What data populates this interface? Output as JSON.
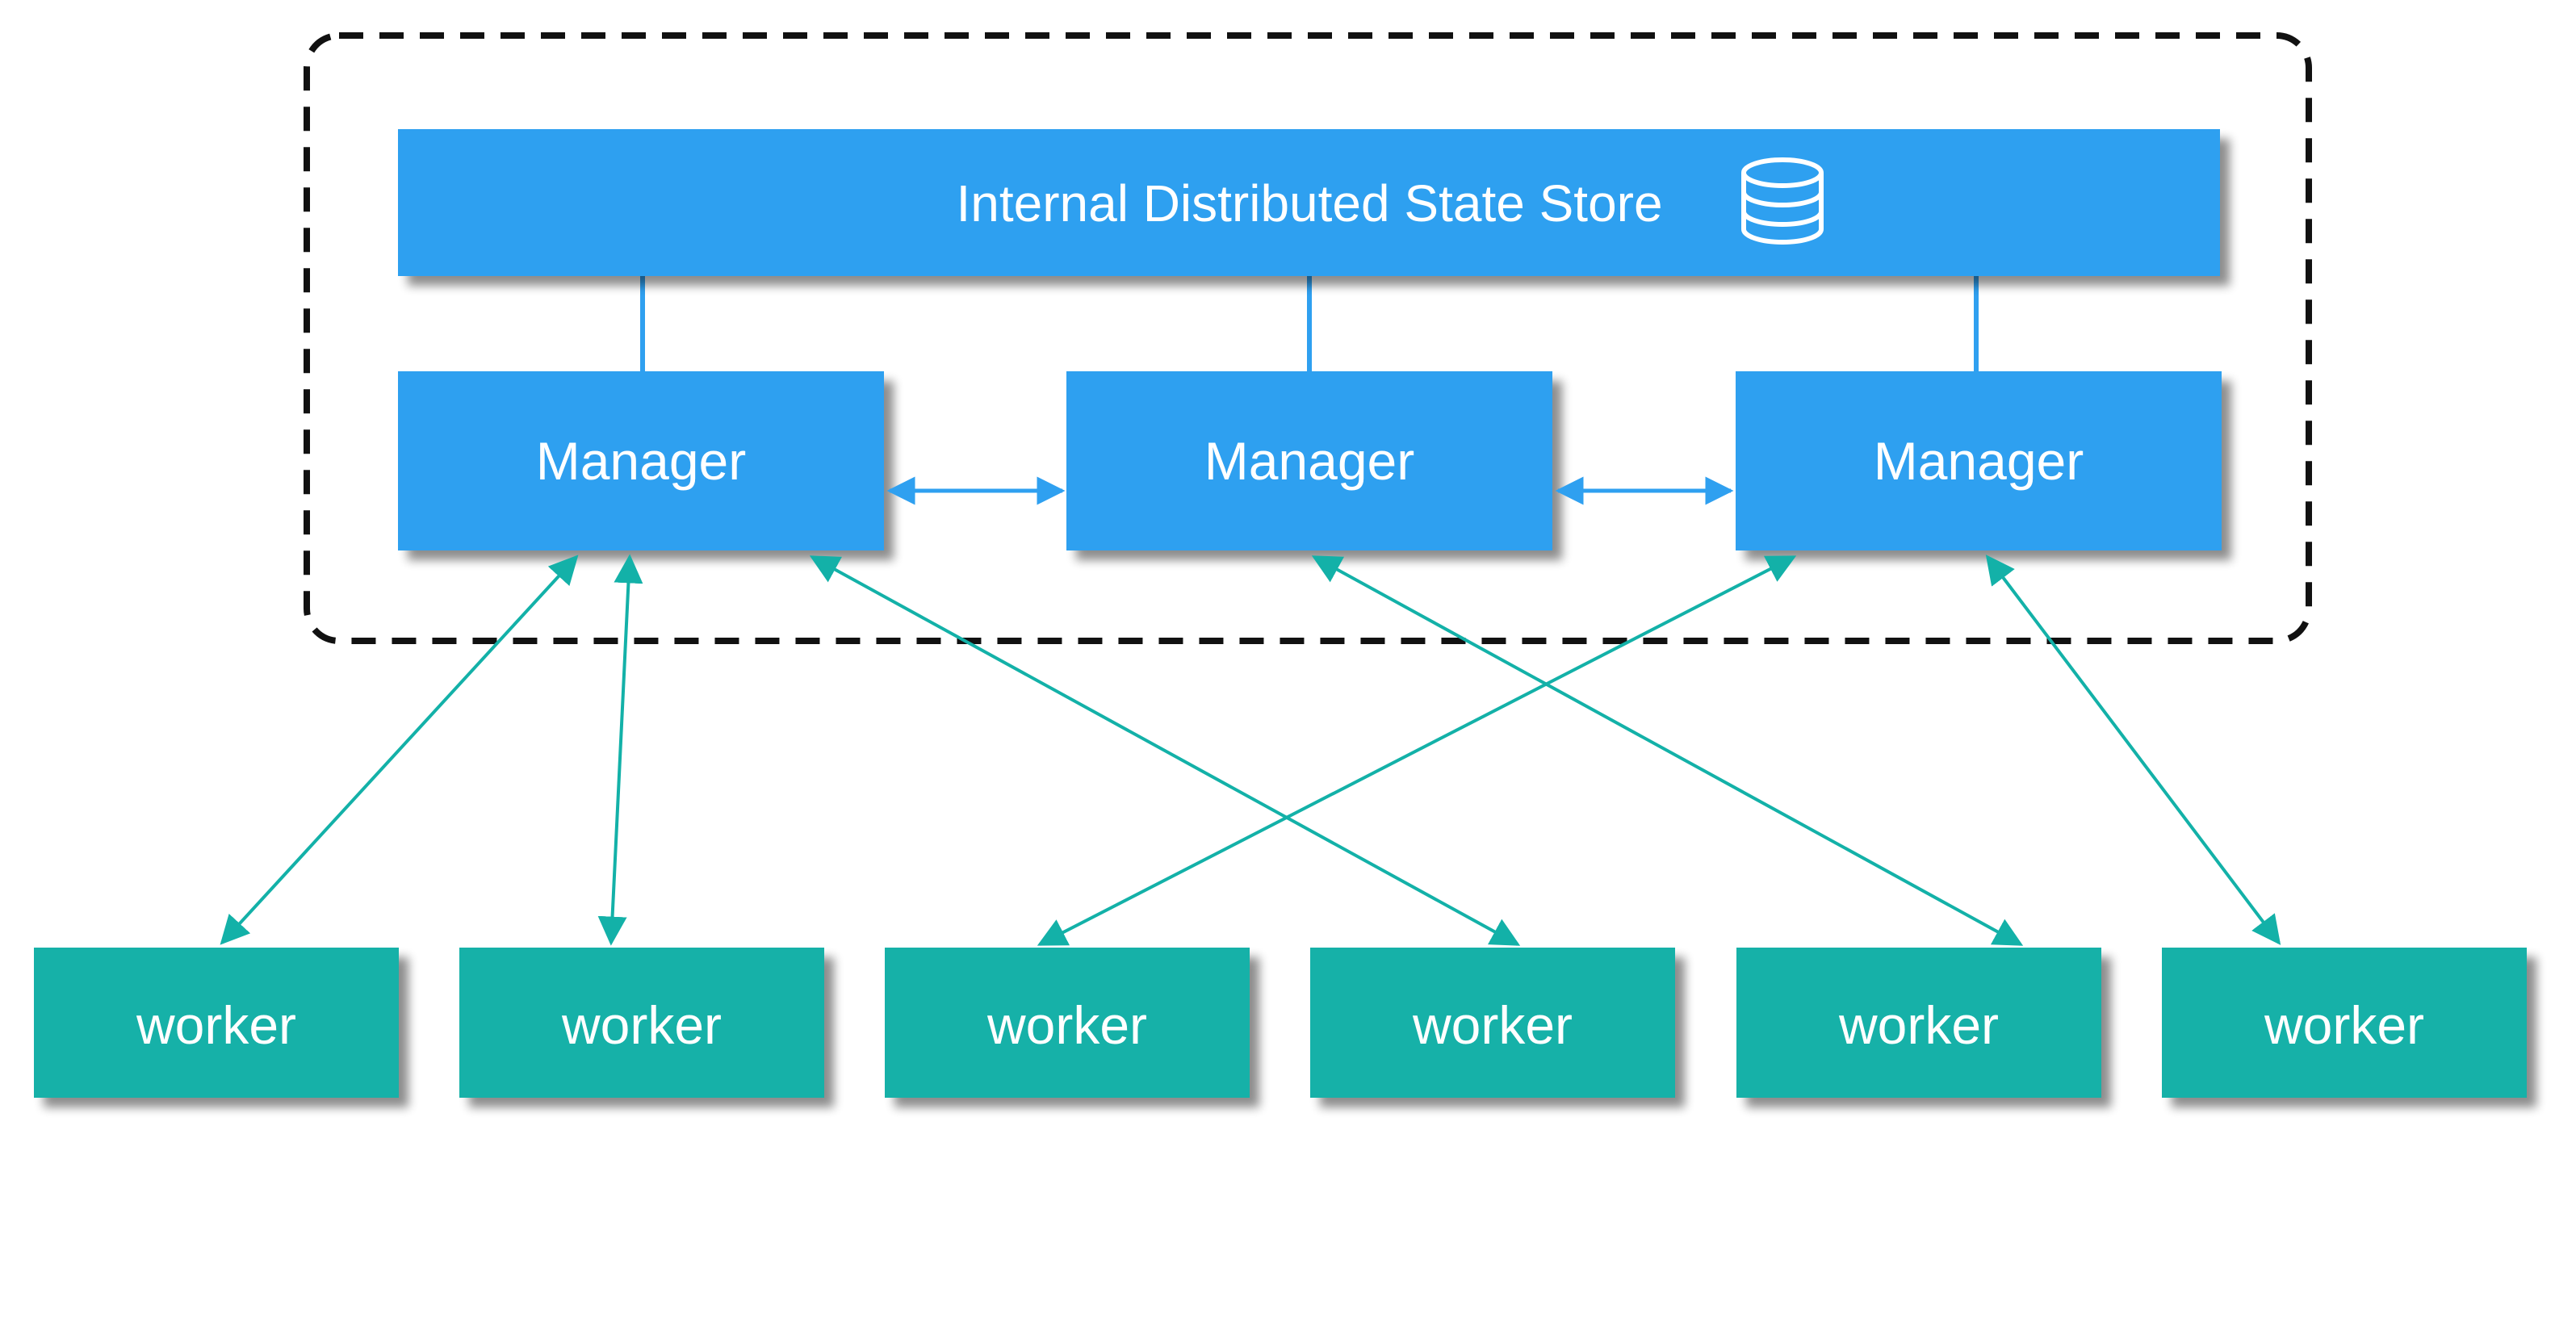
{
  "store": {
    "label": "Internal Distributed State Store",
    "icon": "database-icon",
    "color": "#2fa0f0"
  },
  "managers": [
    {
      "label": "Manager"
    },
    {
      "label": "Manager"
    },
    {
      "label": "Manager"
    }
  ],
  "workers": [
    {
      "label": "worker"
    },
    {
      "label": "worker"
    },
    {
      "label": "worker"
    },
    {
      "label": "worker"
    },
    {
      "label": "worker"
    },
    {
      "label": "worker"
    }
  ],
  "colors": {
    "manager": "#2fa0f0",
    "worker": "#13b1a8",
    "manager_link": "#2fa0f0",
    "worker_link": "#13b1a8",
    "cluster_border": "#111111"
  },
  "connections": {
    "manager_peer_links": [
      [
        0,
        1
      ],
      [
        1,
        2
      ]
    ],
    "worker_links": [
      {
        "worker": 0,
        "manager": 0
      },
      {
        "worker": 1,
        "manager": 0
      },
      {
        "worker": 3,
        "manager": 0
      },
      {
        "worker": 2,
        "manager": 2
      },
      {
        "worker": 4,
        "manager": 1
      },
      {
        "worker": 5,
        "manager": 2
      }
    ]
  }
}
